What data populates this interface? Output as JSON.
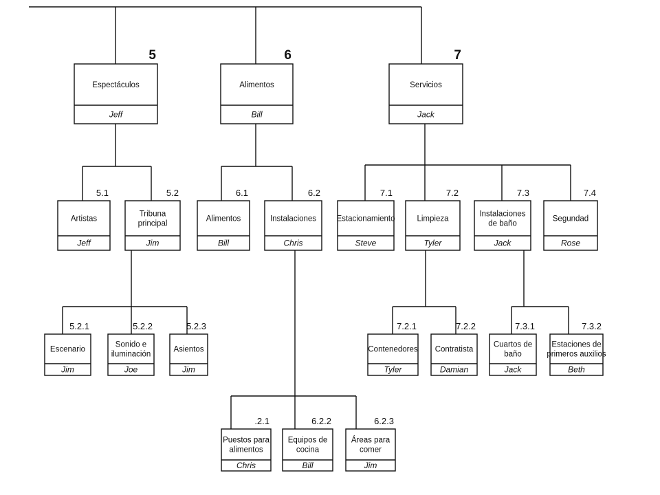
{
  "nodes": [
    {
      "id": "n5",
      "number": "5",
      "title": [
        "Espectáculos"
      ],
      "person": "Jeff"
    },
    {
      "id": "n6",
      "number": "6",
      "title": [
        "Alimentos"
      ],
      "person": "Bill"
    },
    {
      "id": "n7",
      "number": "7",
      "title": [
        "Servicios"
      ],
      "person": "Jack"
    },
    {
      "id": "n51",
      "number": "5.1",
      "title": [
        "Artistas"
      ],
      "person": "Jeff"
    },
    {
      "id": "n52",
      "number": "5.2",
      "title": [
        "Tribuna",
        "principal"
      ],
      "person": "Jim"
    },
    {
      "id": "n61",
      "number": "6.1",
      "title": [
        "Alimentos"
      ],
      "person": "Bill"
    },
    {
      "id": "n62",
      "number": "6.2",
      "title": [
        "Instalaciones"
      ],
      "person": "Chris"
    },
    {
      "id": "n71",
      "number": "7.1",
      "title": [
        "Estacionamiento"
      ],
      "person": "Steve"
    },
    {
      "id": "n72",
      "number": "7.2",
      "title": [
        "Limpieza"
      ],
      "person": "Tyler"
    },
    {
      "id": "n73",
      "number": "7.3",
      "title": [
        "Instalaciones",
        "de baño"
      ],
      "person": "Jack"
    },
    {
      "id": "n74",
      "number": "7.4",
      "title": [
        "Segundad"
      ],
      "person": "Rose"
    },
    {
      "id": "n521",
      "number": "5.2.1",
      "title": [
        "Escenario"
      ],
      "person": "Jim"
    },
    {
      "id": "n522",
      "number": "5.2.2",
      "title": [
        "Sonido e",
        "iluminación"
      ],
      "person": "Joe"
    },
    {
      "id": "n523",
      "number": "5.2.3",
      "title": [
        "Asientos"
      ],
      "person": "Jim"
    },
    {
      "id": "n721",
      "number": "7.2.1",
      "title": [
        "Contenedores"
      ],
      "person": "Tyler"
    },
    {
      "id": "n722",
      "number": "7.2.2",
      "title": [
        "Contratista"
      ],
      "person": "Damian"
    },
    {
      "id": "n731",
      "number": "7.3.1",
      "title": [
        "Cuartos de",
        "baño"
      ],
      "person": "Jack"
    },
    {
      "id": "n732",
      "number": "7.3.2",
      "title": [
        "Estaciones de",
        "primeros auxilios"
      ],
      "person": "Beth"
    },
    {
      "id": "n621",
      "number": ".2.1",
      "title": [
        "Puestos para",
        "alimentos"
      ],
      "person": "Chris"
    },
    {
      "id": "n622",
      "number": "6.2.2",
      "title": [
        "Equipos de",
        "cocina"
      ],
      "person": "Bill"
    },
    {
      "id": "n623",
      "number": "6.2.3",
      "title": [
        "Áreas para",
        "comer"
      ],
      "person": "Jim"
    }
  ]
}
